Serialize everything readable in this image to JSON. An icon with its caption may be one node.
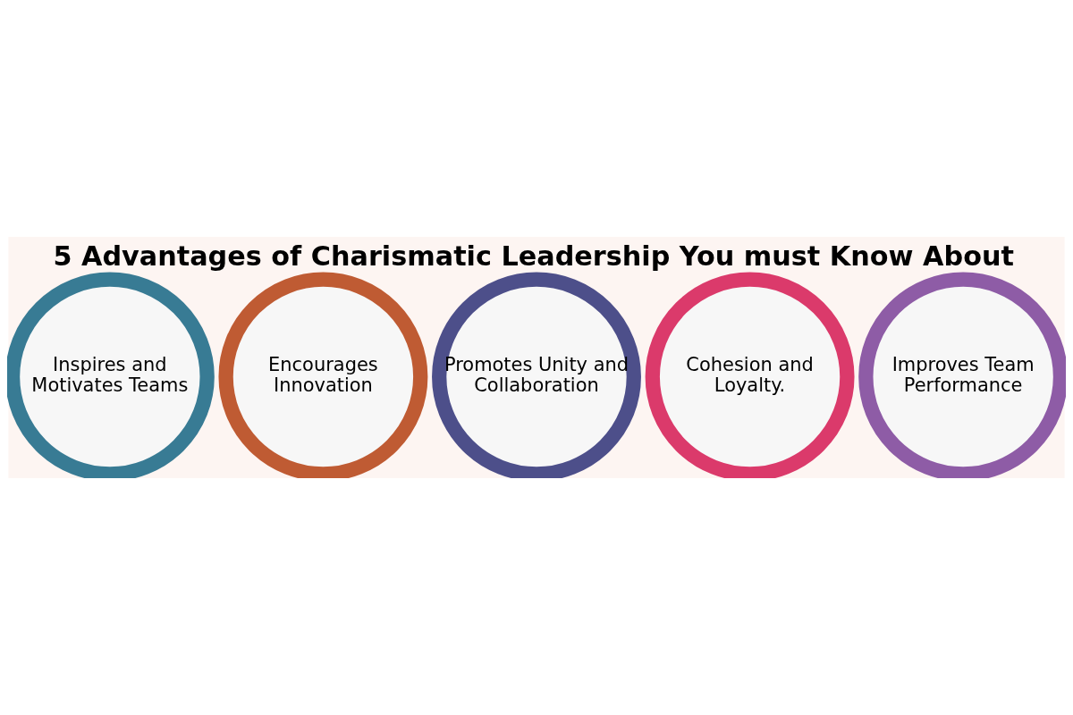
{
  "diagram": {
    "title": "5 Advantages of Charismatic Leadership You must Know About",
    "nodes": [
      {
        "text": [
          "Inspires and Motivates Teams"
        ]
      },
      {
        "text": [
          "Encourages Innovation"
        ]
      },
      {
        "text": [
          "Promotes Unity and Collaboration"
        ]
      },
      {
        "text": [
          "Cohesion and Loyalty."
        ]
      },
      {
        "text": [
          "Improves Team Performance"
        ]
      }
    ]
  }
}
